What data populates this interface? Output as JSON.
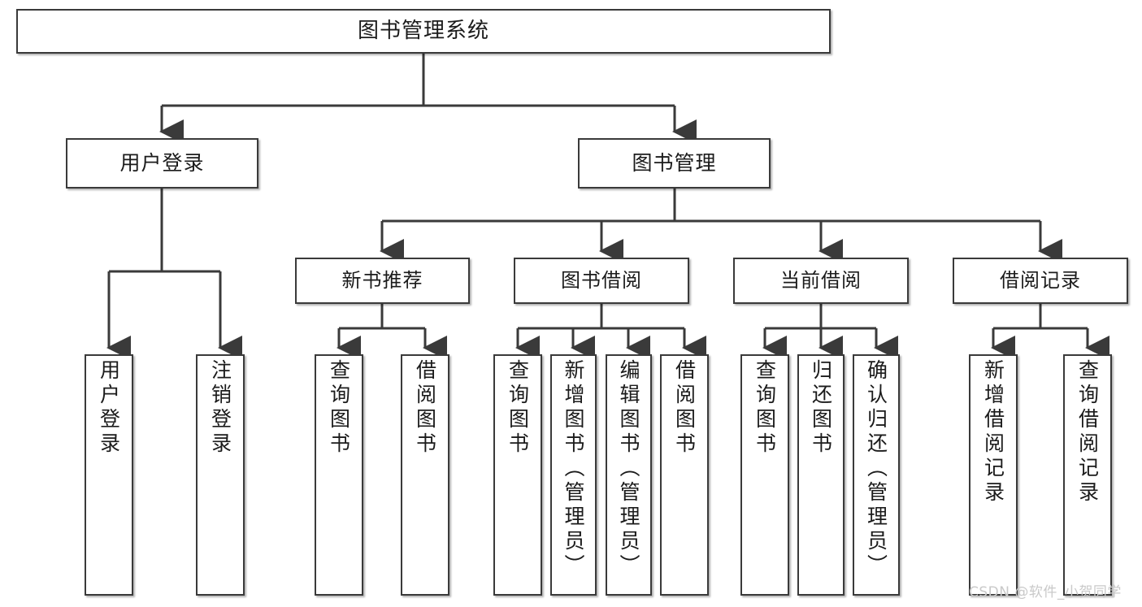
{
  "diagram": {
    "title": "图书管理系统",
    "watermark": "CSDN @软件_小贺同学",
    "colors": {
      "box_border": "#3a3a3a",
      "box_fill": "#ffffff",
      "line": "#3a3a3a",
      "text": "#1b1b1b",
      "watermark": "#c9c9c9",
      "background": "#ffffff"
    },
    "levels": {
      "root": {
        "label": "图书管理系统"
      },
      "level2": [
        {
          "label": "用户登录"
        },
        {
          "label": "图书管理"
        }
      ],
      "level3": [
        {
          "label": "新书推荐"
        },
        {
          "label": "图书借阅"
        },
        {
          "label": "当前借阅"
        },
        {
          "label": "借阅记录"
        }
      ],
      "leaves_user_login": [
        {
          "label": "用户登录"
        },
        {
          "label": "注销登录"
        }
      ],
      "leaves_new_book": [
        {
          "label": "查询图书"
        },
        {
          "label": "借阅图书"
        }
      ],
      "leaves_borrow": [
        {
          "label": "查询图书"
        },
        {
          "label": "新增图书（管理员）"
        },
        {
          "label": "编辑图书（管理员）"
        },
        {
          "label": "借阅图书"
        }
      ],
      "leaves_current": [
        {
          "label": "查询图书"
        },
        {
          "label": "归还图书"
        },
        {
          "label": "确认归还（管理员）"
        }
      ],
      "leaves_record": [
        {
          "label": "新增借阅记录"
        },
        {
          "label": "查询借阅记录"
        }
      ]
    }
  }
}
